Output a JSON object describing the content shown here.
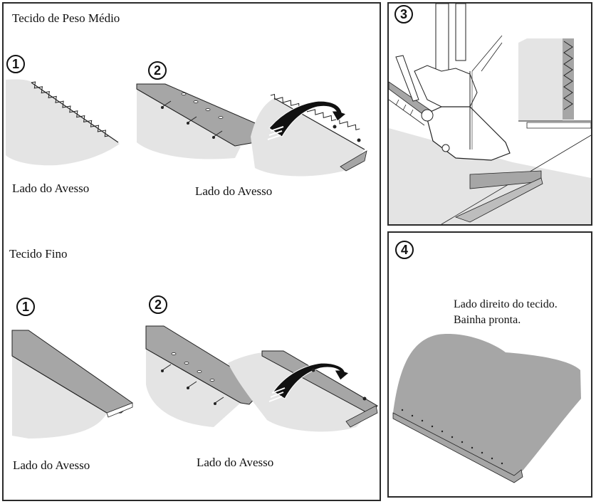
{
  "left_panel": {
    "medium_title": "Tecido de Peso Médio",
    "thin_title": "Tecido Fino",
    "medium_step1_caption": "Lado do Avesso",
    "medium_step2_caption": "Lado do Avesso",
    "thin_step1_caption": "Lado do Avesso",
    "thin_step2_caption": "Lado do Avesso"
  },
  "step_numbers": [
    "1",
    "2",
    "3",
    "4"
  ],
  "panel4": {
    "caption_line1": "Lado direito do tecido.",
    "caption_line2": "Bainha pronta."
  },
  "colors": {
    "fabric_light": "#e4e4e4",
    "fabric_dark": "#a6a6a6",
    "outline": "#222222"
  }
}
